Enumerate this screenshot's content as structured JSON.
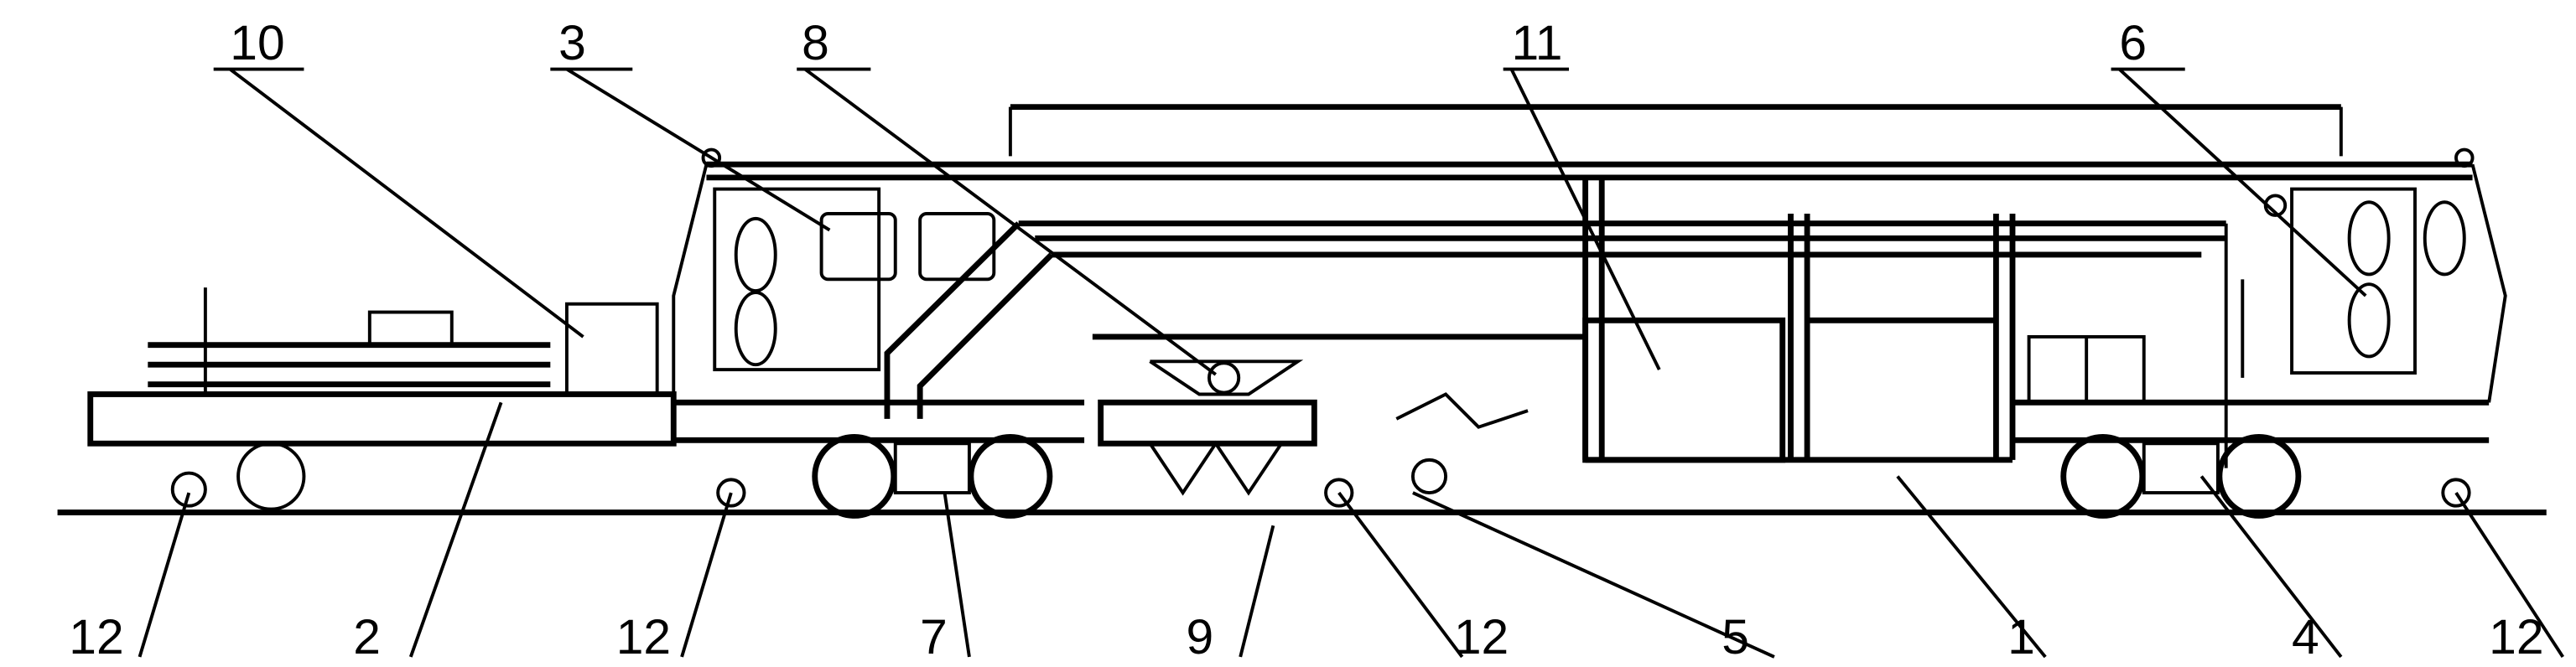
{
  "diagram": {
    "type": "rail vehicle side elevation (patent drawing)",
    "labels": {
      "top": [
        "10",
        "3",
        "8",
        "11",
        "6"
      ],
      "bottom": [
        "12",
        "2",
        "12",
        "7",
        "9",
        "12",
        "5",
        "1",
        "4",
        "12"
      ]
    }
  }
}
